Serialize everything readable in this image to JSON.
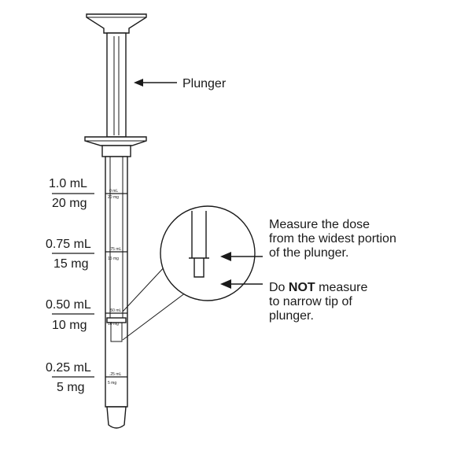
{
  "plunger_label": "Plunger",
  "dose_labels": [
    {
      "volume": "1.0 mL",
      "mass": "20 mg"
    },
    {
      "volume": "0.75 mL",
      "mass": "15 mg"
    },
    {
      "volume": "0.50 mL",
      "mass": "10 mg"
    },
    {
      "volume": "0.25 mL",
      "mass": "5 mg"
    }
  ],
  "barrel_marks": [
    {
      "volume": "0 mL",
      "mass": "20 mg"
    },
    {
      "volume": ".75 mL",
      "mass": "15 mg"
    },
    {
      "volume": ".50 mL",
      "mass": "10 mg"
    },
    {
      "volume": ".25 mL",
      "mass": "5 mg"
    }
  ],
  "instruction_measure": {
    "line1": "Measure the dose",
    "line2": "from the widest portion",
    "line3": "of the plunger."
  },
  "instruction_do_not": {
    "prefix": "Do ",
    "emphasis": "NOT",
    "suffix": " measure",
    "line2": "to narrow tip of",
    "line3": "plunger."
  }
}
